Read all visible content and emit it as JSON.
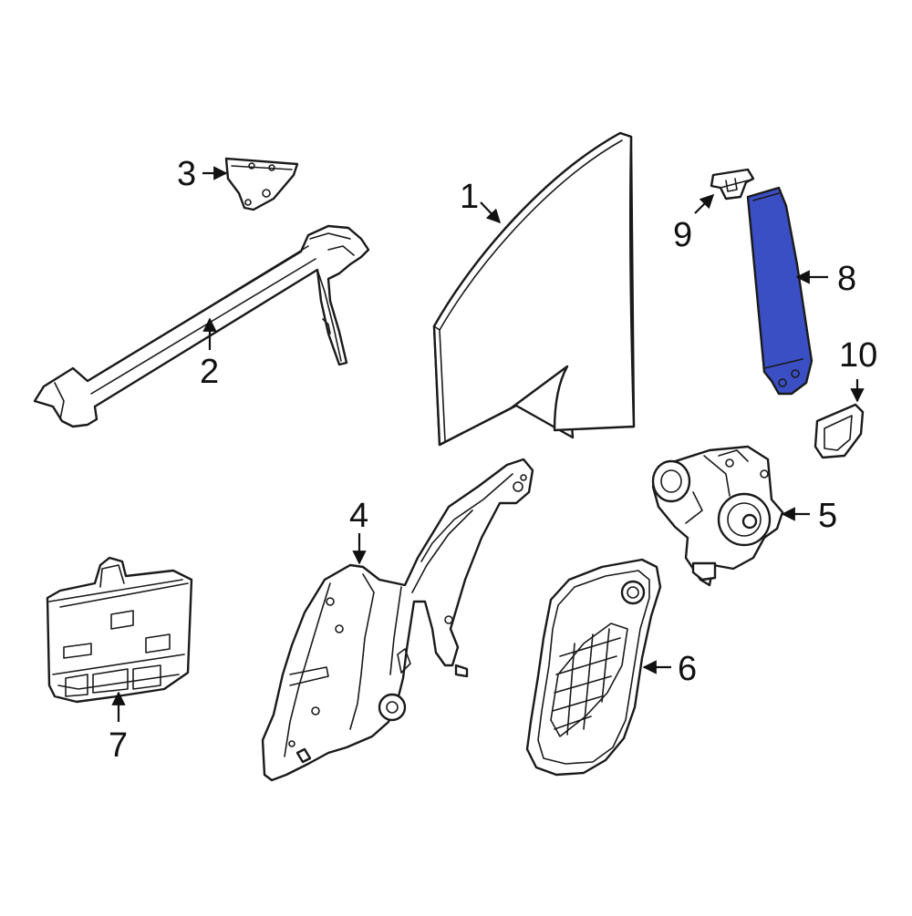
{
  "diagram": {
    "highlight_color": "#3b4fc4",
    "highlighted_part": "8",
    "callouts": [
      {
        "id": "1",
        "label": "1"
      },
      {
        "id": "2",
        "label": "2"
      },
      {
        "id": "3",
        "label": "3"
      },
      {
        "id": "4",
        "label": "4"
      },
      {
        "id": "5",
        "label": "5"
      },
      {
        "id": "6",
        "label": "6"
      },
      {
        "id": "7",
        "label": "7"
      },
      {
        "id": "8",
        "label": "8"
      },
      {
        "id": "9",
        "label": "9"
      },
      {
        "id": "10",
        "label": "10"
      }
    ]
  }
}
